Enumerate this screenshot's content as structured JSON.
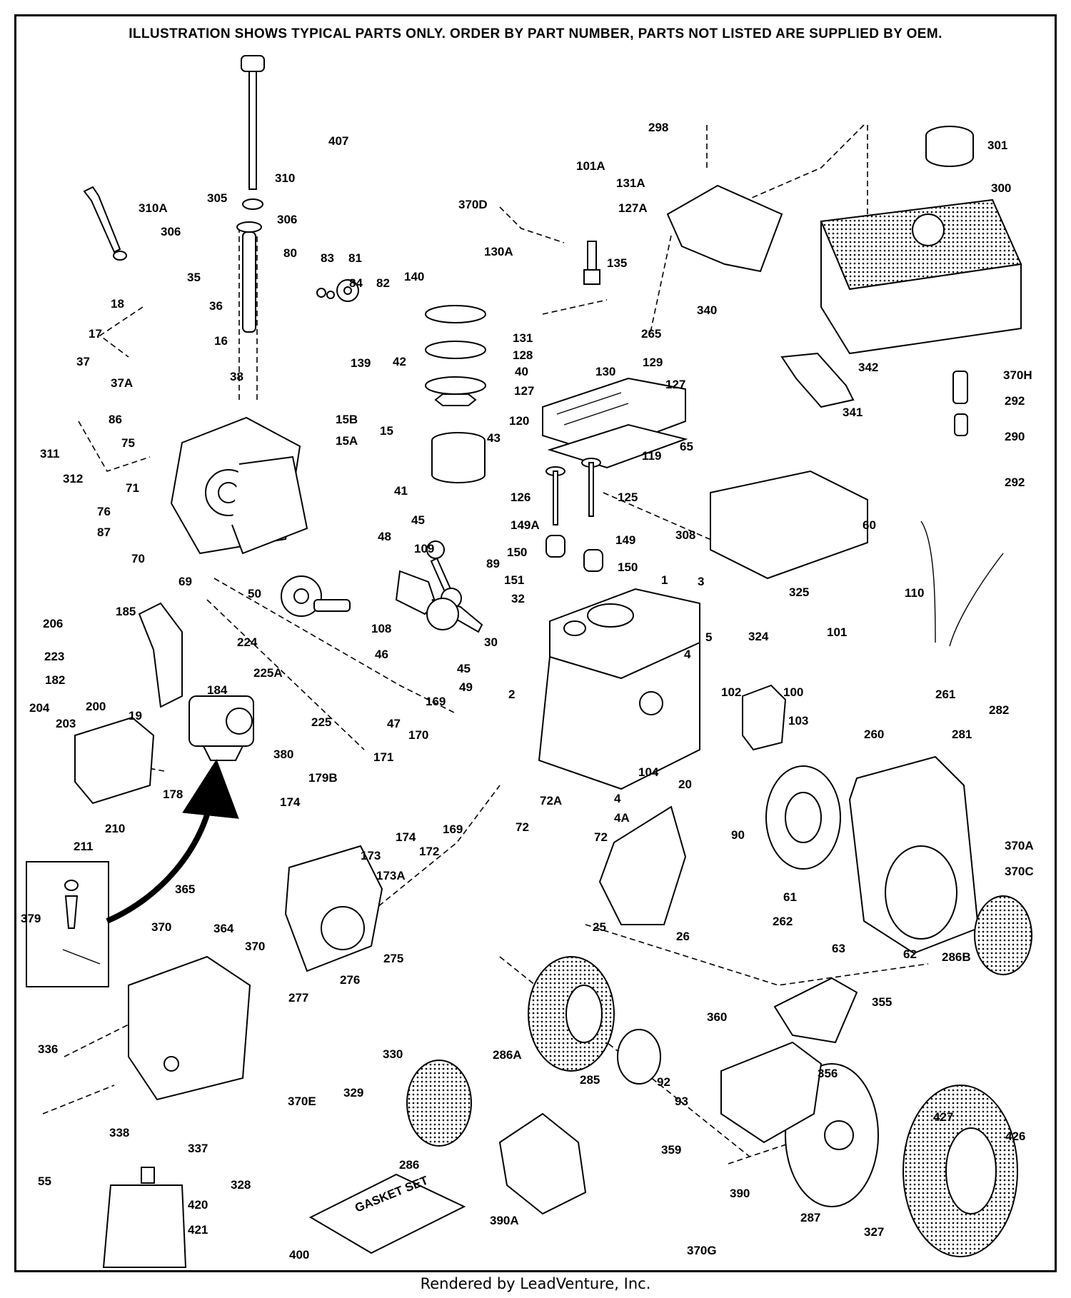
{
  "header": "ILLUSTRATION SHOWS TYPICAL PARTS ONLY. ORDER BY PART NUMBER, PARTS NOT LISTED ARE SUPPLIED BY OEM.",
  "footer": "Rendered by LeadVenture, Inc.",
  "gasket_set_text": "GASKET SET",
  "callouts": [
    "298",
    "301",
    "101A",
    "131A",
    "370D",
    "127A",
    "300",
    "130A",
    "135",
    "340",
    "265",
    "407",
    "310",
    "305",
    "306",
    "310A",
    "306",
    "80",
    "83",
    "81",
    "84",
    "82",
    "140",
    "35",
    "18",
    "36",
    "17",
    "16",
    "37",
    "37A",
    "38",
    "139",
    "42",
    "40",
    "131",
    "128",
    "129",
    "130",
    "127",
    "127",
    "120",
    "342",
    "341",
    "370H",
    "292",
    "290",
    "292",
    "15B",
    "15A",
    "15",
    "86",
    "75",
    "43",
    "311",
    "312",
    "71",
    "76",
    "87",
    "70",
    "69",
    "41",
    "119",
    "65",
    "126",
    "125",
    "60",
    "308",
    "45",
    "149A",
    "149",
    "150",
    "150",
    "109",
    "89",
    "151",
    "48",
    "32",
    "110",
    "50",
    "3",
    "325",
    "1",
    "206",
    "185",
    "224",
    "108",
    "30",
    "223",
    "46",
    "45",
    "182",
    "49",
    "324",
    "101",
    "4",
    "5",
    "184",
    "225A",
    "19",
    "102",
    "100",
    "204",
    "203",
    "200",
    "47",
    "169",
    "2",
    "225",
    "103",
    "261",
    "282",
    "170",
    "171",
    "260",
    "281",
    "179B",
    "380",
    "104",
    "20",
    "178",
    "4",
    "4A",
    "72A",
    "174",
    "169",
    "72",
    "90",
    "370A",
    "72",
    "210",
    "211",
    "174",
    "172",
    "173",
    "173A",
    "370C",
    "365",
    "379",
    "364",
    "370",
    "370",
    "25",
    "61",
    "262",
    "63",
    "62",
    "286B",
    "26",
    "276",
    "275",
    "277",
    "355",
    "360",
    "286A",
    "336",
    "330",
    "285",
    "92",
    "93",
    "356",
    "329",
    "370E",
    "338",
    "55",
    "337",
    "328",
    "286",
    "427",
    "426",
    "359",
    "390",
    "420",
    "421",
    "390A",
    "287",
    "327",
    "400",
    "370G"
  ]
}
